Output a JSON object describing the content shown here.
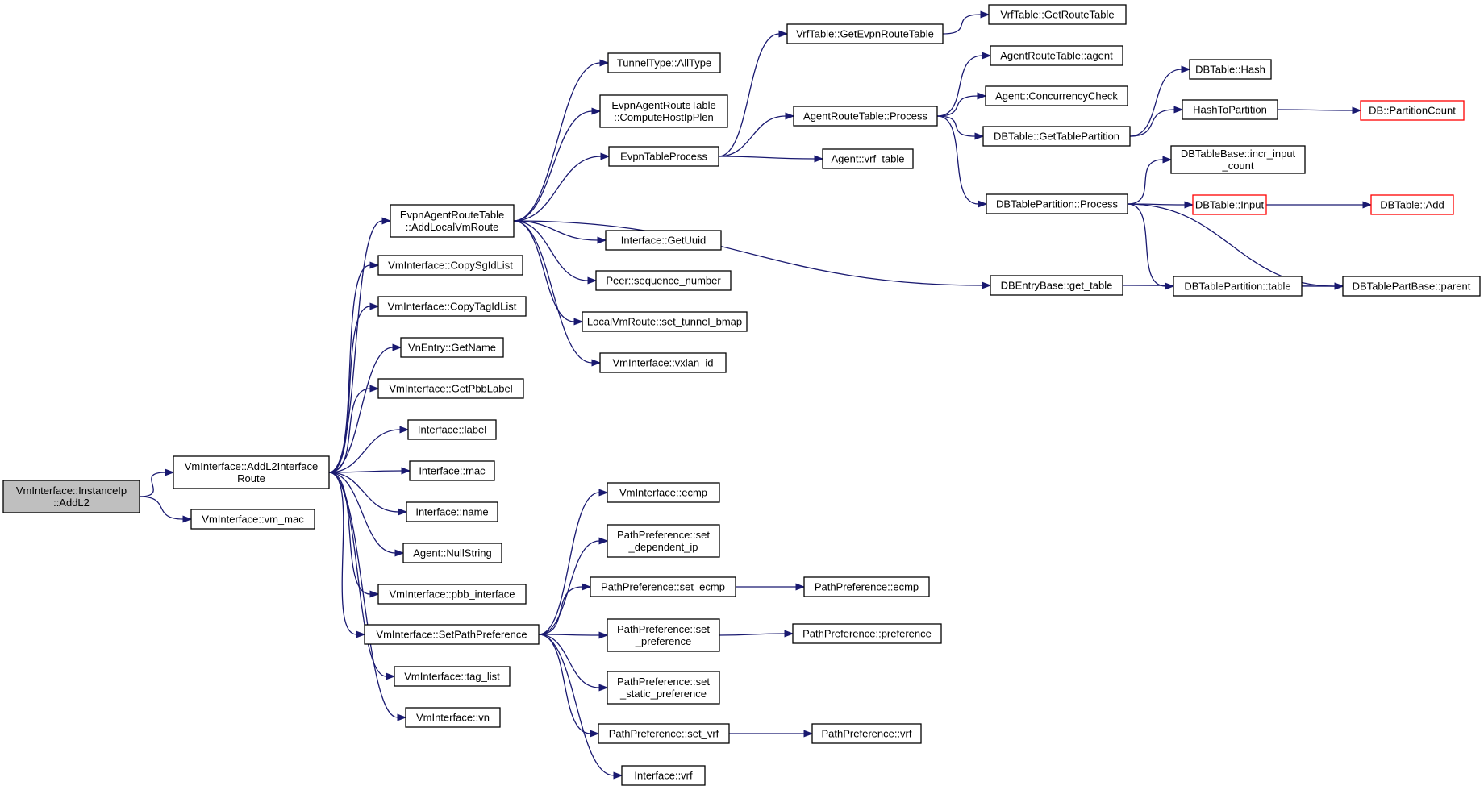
{
  "colors": {
    "edge": "#191970",
    "node_border": "#000000",
    "truncated_border": "#ff0000",
    "root_fill": "#bfbfbf",
    "node_fill": "#ffffff"
  },
  "nodes": [
    {
      "id": "instance_ip_addl2",
      "lines": [
        "VmInterface::InstanceIp",
        "::AddL2"
      ],
      "root": true
    },
    {
      "id": "addl2_interface_route",
      "lines": [
        "VmInterface::AddL2Interface",
        "Route"
      ]
    },
    {
      "id": "vm_mac",
      "lines": [
        "VmInterface::vm_mac"
      ]
    },
    {
      "id": "add_local_vm_route",
      "lines": [
        "EvpnAgentRouteTable",
        "::AddLocalVmRoute"
      ]
    },
    {
      "id": "copy_sgid_list",
      "lines": [
        "VmInterface::CopySgIdList"
      ]
    },
    {
      "id": "copy_tagid_list",
      "lines": [
        "VmInterface::CopyTagIdList"
      ]
    },
    {
      "id": "vnentry_getname",
      "lines": [
        "VnEntry::GetName"
      ]
    },
    {
      "id": "get_pbb_label",
      "lines": [
        "VmInterface::GetPbbLabel"
      ]
    },
    {
      "id": "interface_label",
      "lines": [
        "Interface::label"
      ]
    },
    {
      "id": "interface_mac",
      "lines": [
        "Interface::mac"
      ]
    },
    {
      "id": "interface_name",
      "lines": [
        "Interface::name"
      ]
    },
    {
      "id": "agent_nullstring",
      "lines": [
        "Agent::NullString"
      ]
    },
    {
      "id": "pbb_interface",
      "lines": [
        "VmInterface::pbb_interface"
      ]
    },
    {
      "id": "set_path_preference",
      "lines": [
        "VmInterface::SetPathPreference"
      ]
    },
    {
      "id": "tag_list",
      "lines": [
        "VmInterface::tag_list"
      ]
    },
    {
      "id": "vmi_vn",
      "lines": [
        "VmInterface::vn"
      ]
    },
    {
      "id": "tunneltype_alltype",
      "lines": [
        "TunnelType::AllType"
      ]
    },
    {
      "id": "compute_host_ip_plen",
      "lines": [
        "EvpnAgentRouteTable",
        "::ComputeHostIpPlen"
      ]
    },
    {
      "id": "evpn_table_process",
      "lines": [
        "EvpnTableProcess"
      ]
    },
    {
      "id": "interface_getuuid",
      "lines": [
        "Interface::GetUuid"
      ]
    },
    {
      "id": "peer_sequence_number",
      "lines": [
        "Peer::sequence_number"
      ]
    },
    {
      "id": "set_tunnel_bmap",
      "lines": [
        "LocalVmRoute::set_tunnel_bmap"
      ]
    },
    {
      "id": "vxlan_id",
      "lines": [
        "VmInterface::vxlan_id"
      ]
    },
    {
      "id": "vmi_ecmp",
      "lines": [
        "VmInterface::ecmp"
      ]
    },
    {
      "id": "pp_set_dependent_ip",
      "lines": [
        "PathPreference::set",
        "_dependent_ip"
      ]
    },
    {
      "id": "pp_set_ecmp",
      "lines": [
        "PathPreference::set_ecmp"
      ]
    },
    {
      "id": "pp_set_preference",
      "lines": [
        "PathPreference::set",
        "_preference"
      ]
    },
    {
      "id": "pp_set_static_preference",
      "lines": [
        "PathPreference::set",
        "_static_preference"
      ]
    },
    {
      "id": "pp_set_vrf",
      "lines": [
        "PathPreference::set_vrf"
      ]
    },
    {
      "id": "interface_vrf",
      "lines": [
        "Interface::vrf"
      ]
    },
    {
      "id": "vrf_get_evpn_route_table",
      "lines": [
        "VrfTable::GetEvpnRouteTable"
      ]
    },
    {
      "id": "agent_route_table_process",
      "lines": [
        "AgentRouteTable::Process"
      ]
    },
    {
      "id": "agent_vrf_table",
      "lines": [
        "Agent::vrf_table"
      ]
    },
    {
      "id": "vrf_get_route_table",
      "lines": [
        "VrfTable::GetRouteTable"
      ]
    },
    {
      "id": "agent_route_table_agent",
      "lines": [
        "AgentRouteTable::agent"
      ]
    },
    {
      "id": "agent_concurrency_check",
      "lines": [
        "Agent::ConcurrencyCheck"
      ]
    },
    {
      "id": "dbtable_get_table_partition",
      "lines": [
        "DBTable::GetTablePartition"
      ]
    },
    {
      "id": "dbtable_partition_process",
      "lines": [
        "DBTablePartition::Process"
      ]
    },
    {
      "id": "dbentrybase_get_table",
      "lines": [
        "DBEntryBase::get_table"
      ]
    },
    {
      "id": "dbtable_hash",
      "lines": [
        "DBTable::Hash"
      ]
    },
    {
      "id": "hash_to_partition",
      "lines": [
        "HashToPartition"
      ]
    },
    {
      "id": "db_partition_count",
      "lines": [
        "DB::PartitionCount"
      ],
      "truncated": true
    },
    {
      "id": "dbtablebase_incr_input_count",
      "lines": [
        "DBTableBase::incr_input",
        "_count"
      ]
    },
    {
      "id": "dbtable_input",
      "lines": [
        "DBTable::Input"
      ],
      "truncated": true
    },
    {
      "id": "dbtable_add",
      "lines": [
        "DBTable::Add"
      ],
      "truncated": true
    },
    {
      "id": "dbtable_partition_table",
      "lines": [
        "DBTablePartition::table"
      ]
    },
    {
      "id": "dbtablepartbase_parent",
      "lines": [
        "DBTablePartBase::parent"
      ]
    },
    {
      "id": "pp_ecmp",
      "lines": [
        "PathPreference::ecmp"
      ]
    },
    {
      "id": "pp_preference",
      "lines": [
        "PathPreference::preference"
      ]
    },
    {
      "id": "pp_vrf",
      "lines": [
        "PathPreference::vrf"
      ]
    }
  ],
  "edges": [
    [
      "instance_ip_addl2",
      "addl2_interface_route"
    ],
    [
      "instance_ip_addl2",
      "vm_mac"
    ],
    [
      "addl2_interface_route",
      "add_local_vm_route"
    ],
    [
      "addl2_interface_route",
      "copy_sgid_list"
    ],
    [
      "addl2_interface_route",
      "copy_tagid_list"
    ],
    [
      "addl2_interface_route",
      "vnentry_getname"
    ],
    [
      "addl2_interface_route",
      "get_pbb_label"
    ],
    [
      "addl2_interface_route",
      "interface_label"
    ],
    [
      "addl2_interface_route",
      "interface_mac"
    ],
    [
      "addl2_interface_route",
      "interface_name"
    ],
    [
      "addl2_interface_route",
      "agent_nullstring"
    ],
    [
      "addl2_interface_route",
      "pbb_interface"
    ],
    [
      "addl2_interface_route",
      "set_path_preference"
    ],
    [
      "addl2_interface_route",
      "tag_list"
    ],
    [
      "addl2_interface_route",
      "vmi_vn"
    ],
    [
      "add_local_vm_route",
      "tunneltype_alltype"
    ],
    [
      "add_local_vm_route",
      "compute_host_ip_plen"
    ],
    [
      "add_local_vm_route",
      "evpn_table_process"
    ],
    [
      "add_local_vm_route",
      "interface_getuuid"
    ],
    [
      "add_local_vm_route",
      "peer_sequence_number"
    ],
    [
      "add_local_vm_route",
      "set_tunnel_bmap"
    ],
    [
      "add_local_vm_route",
      "vxlan_id"
    ],
    [
      "add_local_vm_route",
      "dbentrybase_get_table"
    ],
    [
      "evpn_table_process",
      "vrf_get_evpn_route_table"
    ],
    [
      "evpn_table_process",
      "agent_route_table_process"
    ],
    [
      "evpn_table_process",
      "agent_vrf_table"
    ],
    [
      "vrf_get_evpn_route_table",
      "vrf_get_route_table"
    ],
    [
      "agent_route_table_process",
      "agent_route_table_agent"
    ],
    [
      "agent_route_table_process",
      "agent_concurrency_check"
    ],
    [
      "agent_route_table_process",
      "dbtable_get_table_partition"
    ],
    [
      "agent_route_table_process",
      "dbtable_partition_process"
    ],
    [
      "dbtable_get_table_partition",
      "dbtable_hash"
    ],
    [
      "dbtable_get_table_partition",
      "hash_to_partition"
    ],
    [
      "hash_to_partition",
      "db_partition_count"
    ],
    [
      "dbtable_partition_process",
      "dbtablebase_incr_input_count"
    ],
    [
      "dbtable_partition_process",
      "dbtable_input"
    ],
    [
      "dbtable_partition_process",
      "dbtable_partition_table"
    ],
    [
      "dbtable_partition_process",
      "dbtablepartbase_parent"
    ],
    [
      "dbtable_input",
      "dbtable_add"
    ],
    [
      "dbtable_partition_table",
      "dbtablepartbase_parent"
    ],
    [
      "dbentrybase_get_table",
      "dbtablepartbase_parent"
    ],
    [
      "set_path_preference",
      "vmi_ecmp"
    ],
    [
      "set_path_preference",
      "pp_set_dependent_ip"
    ],
    [
      "set_path_preference",
      "pp_set_ecmp"
    ],
    [
      "set_path_preference",
      "pp_set_preference"
    ],
    [
      "set_path_preference",
      "pp_set_static_preference"
    ],
    [
      "set_path_preference",
      "pp_set_vrf"
    ],
    [
      "set_path_preference",
      "interface_vrf"
    ],
    [
      "pp_set_ecmp",
      "pp_ecmp"
    ],
    [
      "pp_set_preference",
      "pp_preference"
    ],
    [
      "pp_set_vrf",
      "pp_vrf"
    ]
  ]
}
